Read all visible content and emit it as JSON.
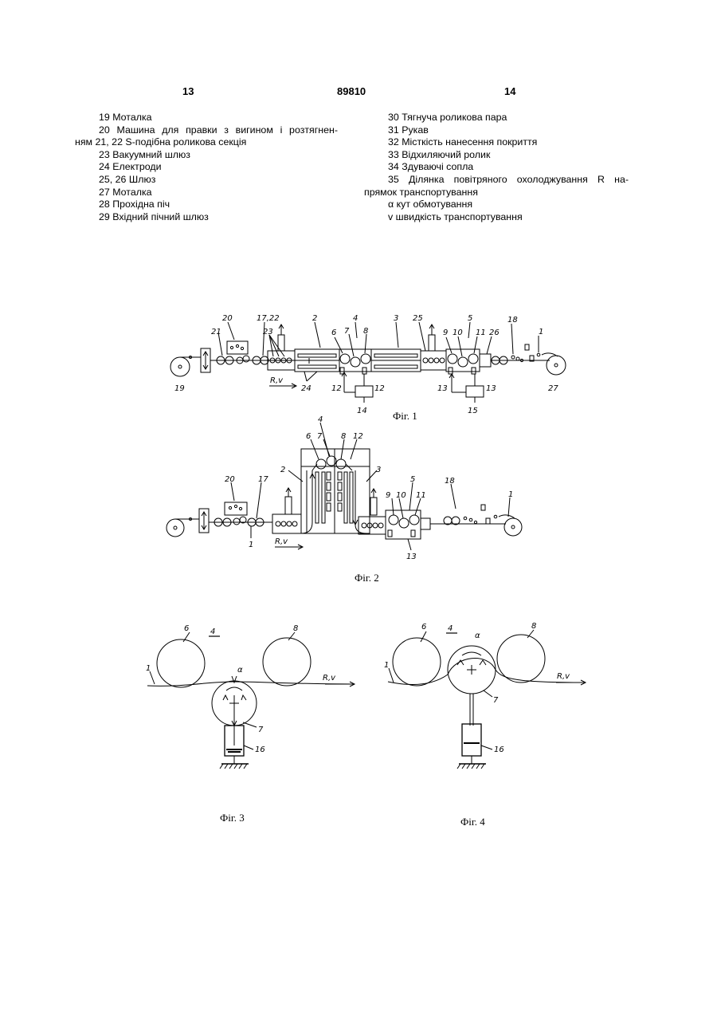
{
  "header": {
    "page_left": "13",
    "doc_number": "89810",
    "page_right": "14"
  },
  "left_column": [
    "19 Моталка",
    "20 Машина для правки з вигином і розтягнен-",
    "ням 21, 22 S-подібна роликова секція",
    "23 Вакуумний шлюз",
    "24 Електроди",
    "25, 26 Шлюз",
    "27 Моталка",
    "28 Прохідна піч",
    "29 Вхідний пічний шлюз"
  ],
  "right_column": [
    "30 Тягнуча роликова пара",
    "31 Рукав",
    "32 Місткість нанесення покриття",
    "33 Відхиляючий ролик",
    "34 Здуваючі сопла",
    "35 Ділянка повітряного охолоджування R на-",
    "прямок транспортування",
    "α кут обмотування",
    "v швидкість транспортування"
  ],
  "figures": {
    "fig1": {
      "caption": "Фіг. 1",
      "labels": [
        "20",
        "21",
        "17,22",
        "23",
        "2",
        "6",
        "7",
        "4",
        "8",
        "3",
        "25",
        "9",
        "10",
        "5",
        "11",
        "26",
        "18",
        "1",
        "19",
        "R,v",
        "24",
        "12",
        "12",
        "14",
        "13",
        "13",
        "15",
        "27"
      ]
    },
    "fig2": {
      "caption": "Фіг. 2",
      "labels": [
        "4",
        "6",
        "7",
        "8",
        "12",
        "2",
        "3",
        "20",
        "17",
        "5",
        "9",
        "10",
        "11",
        "18",
        "1",
        "1",
        "R,v",
        "13"
      ]
    },
    "fig3": {
      "caption": "Фіг. 3",
      "labels": [
        "6",
        "4",
        "8",
        "1",
        "α",
        "R,v",
        "7",
        "16"
      ]
    },
    "fig4": {
      "caption": "Фіг. 4",
      "labels": [
        "6",
        "4",
        "α",
        "8",
        "1",
        "R,v",
        "7",
        "16"
      ]
    }
  }
}
